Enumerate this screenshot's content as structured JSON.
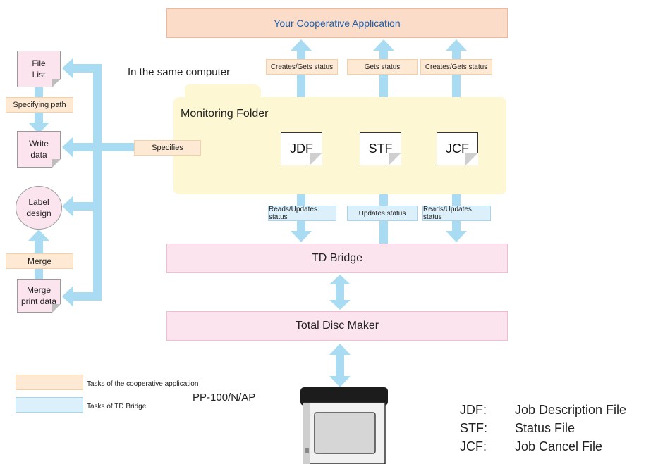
{
  "app": {
    "title": "Your Cooperative Application"
  },
  "computer": {
    "label": "In the same computer"
  },
  "folder": {
    "label": "Monitoring Folder"
  },
  "files": {
    "jdf": "JDF",
    "stf": "STF",
    "jcf": "JCF"
  },
  "top_tags": {
    "jdf": "Creates/Gets status",
    "stf": "Gets status",
    "jcf": "Creates/Gets status"
  },
  "bottom_tags": {
    "jdf": "Reads/Updates status",
    "stf": "Updates status",
    "jcf": "Reads/Updates status"
  },
  "td_bridge": "TD Bridge",
  "total_disc_maker": "Total Disc Maker",
  "printer": "PP-100/N/AP",
  "left": {
    "file_list": "File\nList",
    "specifying_path": "Specifying path",
    "write_data": "Write\ndata",
    "label_design": "Label\ndesign",
    "merge": "Merge",
    "merge_print_data": "Merge\nprint data",
    "specifies": "Specifies"
  },
  "legend": [
    {
      "text": "Tasks of the cooperative application",
      "color": "#fde9d4"
    },
    {
      "text": "Tasks of TD Bridge",
      "color": "#dcf0fb"
    }
  ],
  "abbreviations": [
    {
      "abbr": "JDF:",
      "meaning": "Job Description File"
    },
    {
      "abbr": "STF:",
      "meaning": "Status File"
    },
    {
      "abbr": "JCF:",
      "meaning": "Job Cancel File"
    }
  ],
  "colors": {
    "arrow": "#a9dcf3",
    "app_text": "#1f5fad",
    "region": "#e3f2e0",
    "folder": "#fdf7d3",
    "pink": "#fce4ee"
  }
}
